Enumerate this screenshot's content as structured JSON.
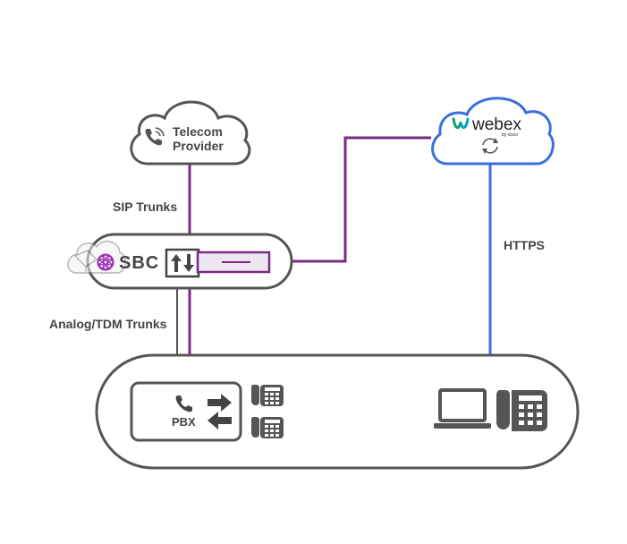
{
  "telecom_cloud": {
    "line1": "Telecom",
    "line2": "Provider"
  },
  "webex_cloud": {
    "brand": "webex",
    "byline": "by cisco"
  },
  "labels": {
    "sip_trunks": "SIP Trunks",
    "analog_tdm_trunks": "Analog/TDM Trunks",
    "https": "HTTPS"
  },
  "sbc": {
    "label": "SBC"
  },
  "pbx": {
    "label": "PBX"
  },
  "icons": {
    "telecom": "phone-signal-icon",
    "sync": "sync-icon",
    "sbc_appliance": "appliance-icon",
    "sbc_badge": "flower-badge-icon",
    "sbc_port": "up-down-arrows-icon",
    "pbx_phone": "phone-icon",
    "pbx_out": "arrow-right-icon",
    "pbx_in": "arrow-left-icon",
    "desk_phone": "desk-phone-icon",
    "laptop": "laptop-icon"
  },
  "colors": {
    "outline": "#555555",
    "purple": "#7b2a86",
    "blue": "#3b6fe0",
    "text": "#444444"
  }
}
